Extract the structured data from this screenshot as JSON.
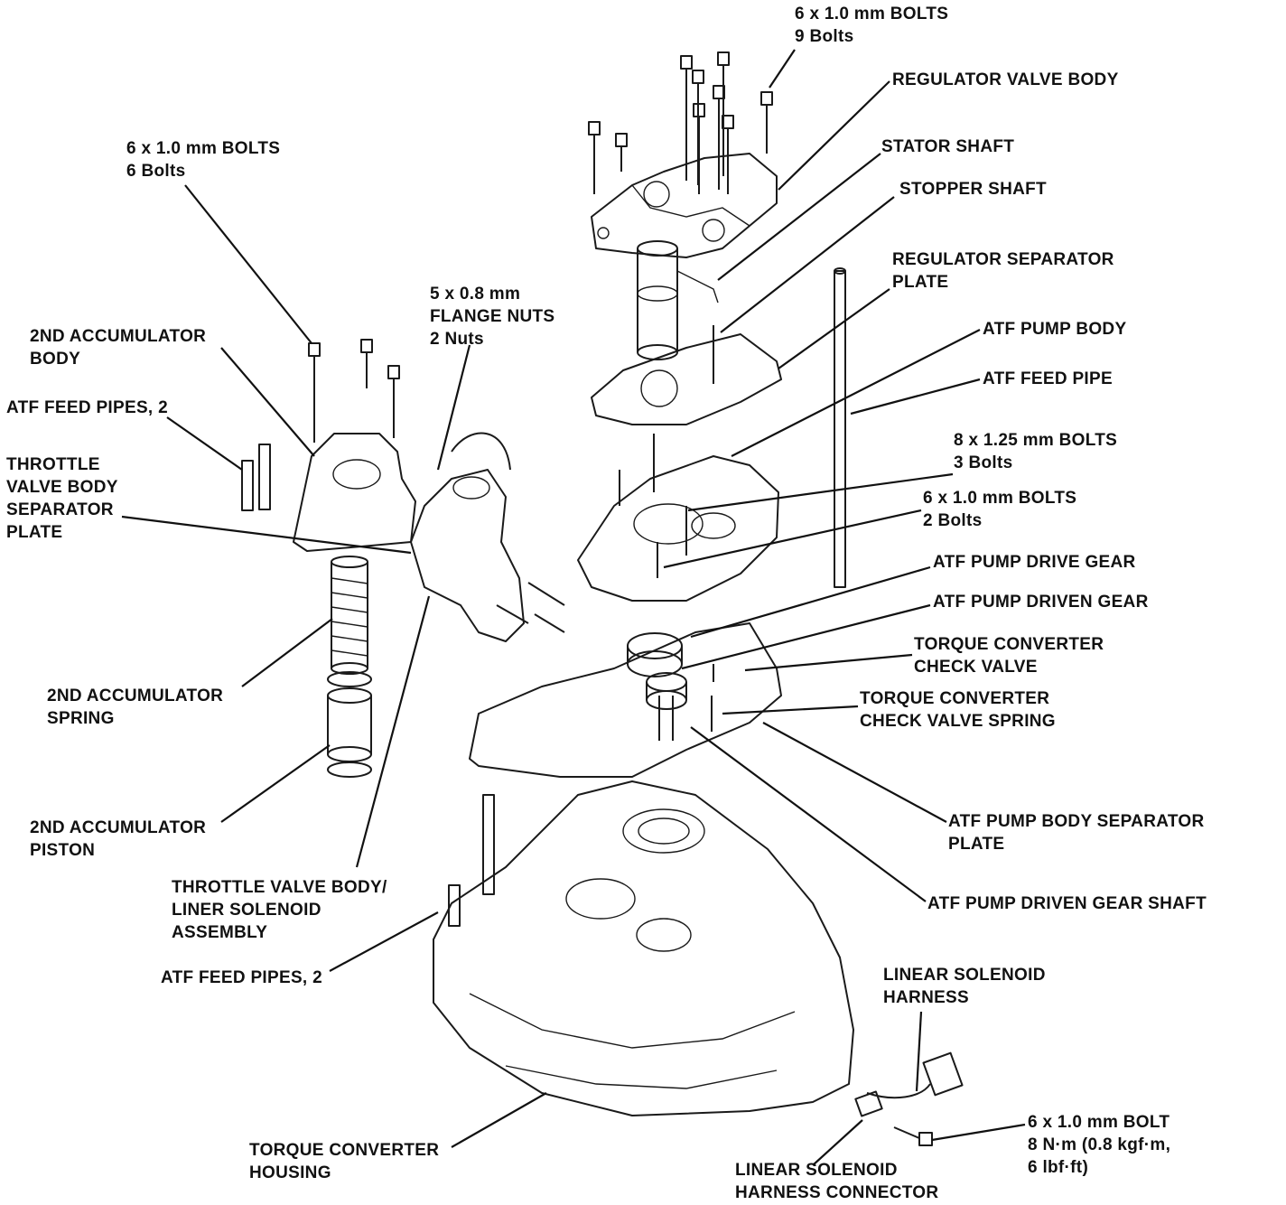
{
  "labels": {
    "bolts_9": [
      "6 x 1.0 mm BOLTS",
      "9 Bolts"
    ],
    "regulator_valve_body": [
      "REGULATOR VALVE BODY"
    ],
    "stator_shaft": [
      "STATOR SHAFT"
    ],
    "stopper_shaft": [
      "STOPPER SHAFT"
    ],
    "regulator_separator_plate": [
      "REGULATOR SEPARATOR",
      "PLATE"
    ],
    "atf_pump_body": [
      "ATF PUMP BODY"
    ],
    "atf_feed_pipe": [
      "ATF FEED PIPE"
    ],
    "bolts_3": [
      "8 x 1.25 mm BOLTS",
      "3 Bolts"
    ],
    "bolts_2": [
      "6 x 1.0 mm BOLTS",
      "2 Bolts"
    ],
    "atf_pump_drive_gear": [
      "ATF PUMP DRIVE GEAR"
    ],
    "atf_pump_driven_gear": [
      "ATF PUMP DRIVEN GEAR"
    ],
    "tc_check_valve": [
      "TORQUE CONVERTER",
      "CHECK VALVE"
    ],
    "tc_check_valve_spring": [
      "TORQUE CONVERTER",
      "CHECK VALVE SPRING"
    ],
    "atf_pump_body_separator_plate": [
      "ATF PUMP BODY SEPARATOR",
      "PLATE"
    ],
    "atf_pump_driven_gear_shaft": [
      "ATF PUMP DRIVEN GEAR SHAFT"
    ],
    "linear_solenoid_harness": [
      "LINEAR SOLENOID",
      "HARNESS"
    ],
    "bolt_torque": [
      "6 x 1.0 mm BOLT",
      "8 N·m (0.8 kgf·m,",
      "6 lbf·ft)"
    ],
    "linear_solenoid_harness_connector": [
      "LINEAR SOLENOID",
      "HARNESS CONNECTOR"
    ],
    "torque_converter_housing": [
      "TORQUE CONVERTER",
      "HOUSING"
    ],
    "atf_feed_pipes_2_lower": [
      "ATF FEED PIPES, 2"
    ],
    "throttle_valve_body_assembly": [
      "THROTTLE VALVE BODY/",
      "LINER SOLENOID",
      "ASSEMBLY"
    ],
    "second_accumulator_piston": [
      "2ND ACCUMULATOR",
      "PISTON"
    ],
    "second_accumulator_spring": [
      "2ND ACCUMULATOR",
      "SPRING"
    ],
    "throttle_valve_body_separator_plate": [
      "THROTTLE",
      "VALVE BODY",
      "SEPARATOR",
      "PLATE"
    ],
    "atf_feed_pipes_2_upper": [
      "ATF FEED PIPES, 2"
    ],
    "second_accumulator_body": [
      "2ND ACCUMULATOR",
      "BODY"
    ],
    "bolts_6": [
      "6 x 1.0 mm BOLTS",
      "6 Bolts"
    ],
    "flange_nuts": [
      "5 x 0.8 mm",
      "FLANGE NUTS",
      "2 Nuts"
    ]
  }
}
